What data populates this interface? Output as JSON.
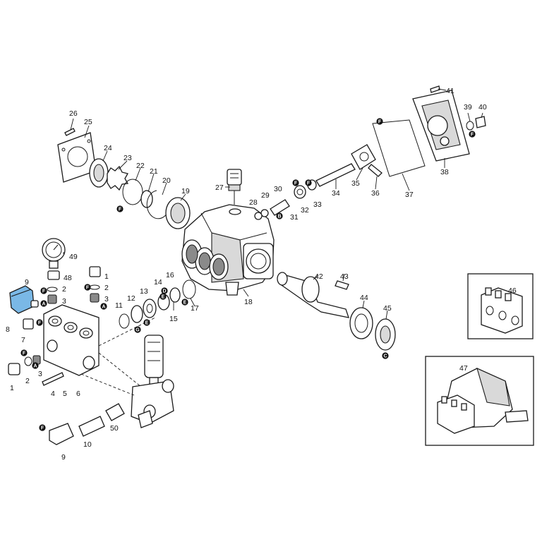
{
  "highlight_color": "#7ab8e6",
  "callouts": [
    {
      "label": "1"
    },
    {
      "label": "2"
    },
    {
      "label": "3"
    },
    {
      "label": "4"
    },
    {
      "label": "5"
    },
    {
      "label": "6"
    },
    {
      "label": "7"
    },
    {
      "label": "8"
    },
    {
      "label": "9"
    },
    {
      "label": "10"
    },
    {
      "label": "11"
    },
    {
      "label": "12"
    },
    {
      "label": "13"
    },
    {
      "label": "14"
    },
    {
      "label": "15"
    },
    {
      "label": "16"
    },
    {
      "label": "17"
    },
    {
      "label": "18"
    },
    {
      "label": "19"
    },
    {
      "label": "20"
    },
    {
      "label": "21"
    },
    {
      "label": "22"
    },
    {
      "label": "23"
    },
    {
      "label": "24"
    },
    {
      "label": "25"
    },
    {
      "label": "26"
    },
    {
      "label": "27"
    },
    {
      "label": "28"
    },
    {
      "label": "29"
    },
    {
      "label": "30"
    },
    {
      "label": "31"
    },
    {
      "label": "32"
    },
    {
      "label": "33"
    },
    {
      "label": "34"
    },
    {
      "label": "35"
    },
    {
      "label": "36"
    },
    {
      "label": "37"
    },
    {
      "label": "38"
    },
    {
      "label": "39"
    },
    {
      "label": "40"
    },
    {
      "label": "41"
    },
    {
      "label": "42"
    },
    {
      "label": "43"
    },
    {
      "label": "44"
    },
    {
      "label": "45"
    },
    {
      "label": "46"
    },
    {
      "label": "47"
    },
    {
      "label": "48"
    },
    {
      "label": "49"
    },
    {
      "label": "50"
    },
    {
      "label": "2"
    },
    {
      "label": "3"
    },
    {
      "label": "1"
    },
    {
      "label": "2"
    },
    {
      "label": "3"
    },
    {
      "label": "9"
    }
  ],
  "badges": [
    "A",
    "B",
    "C",
    "D",
    "E",
    "F",
    "G"
  ]
}
